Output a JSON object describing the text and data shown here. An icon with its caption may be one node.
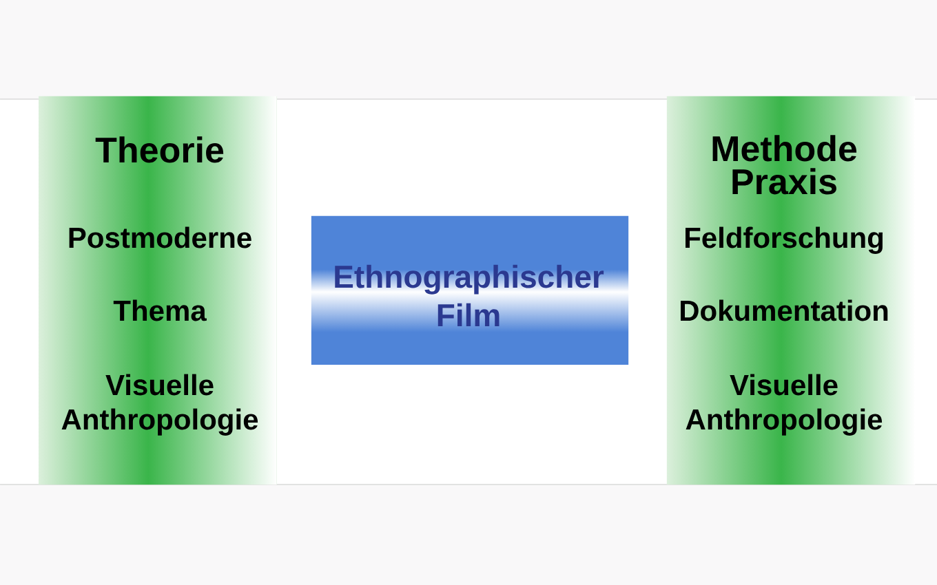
{
  "diagram": {
    "nodes": [
      {
        "text": [
          "Theorie",
          "Postmoderne",
          "Thema",
          "Visuelle Anthropologie"
        ]
      },
      {
        "text": [
          "Ethnographischer Film"
        ]
      },
      {
        "text": [
          "Methode Praxis",
          "Feldforschung",
          "Dokumentation",
          "Visuelle Anthropologie"
        ]
      }
    ]
  }
}
